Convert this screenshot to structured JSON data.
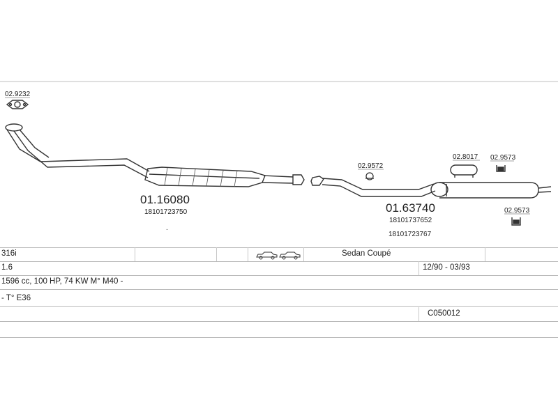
{
  "parts": {
    "gasket_top": "02.9232",
    "front_pipe": "01.16080",
    "front_pipe_oe": "18101723750",
    "clamp": "02.9572",
    "rear_silencer": "01.63740",
    "rear_silencer_oe_1": "18101737652",
    "rear_silencer_oe_2": "18101723767",
    "hanger_ring": "02.8017",
    "rubber_mount_top": "02.9573",
    "rubber_mount_bottom": "02.9573"
  },
  "vehicle": {
    "model": "316i",
    "body": "Sedan Coupé",
    "engine_size": "1.6",
    "production": "12/90 - 03/93",
    "engine_spec": "1596 cc, 100 HP, 74 KW M° M40 -",
    "chassis": "- T° E36",
    "catalog_code": "C050012"
  },
  "icons": {
    "body_types": "car-silhouettes-icon"
  }
}
